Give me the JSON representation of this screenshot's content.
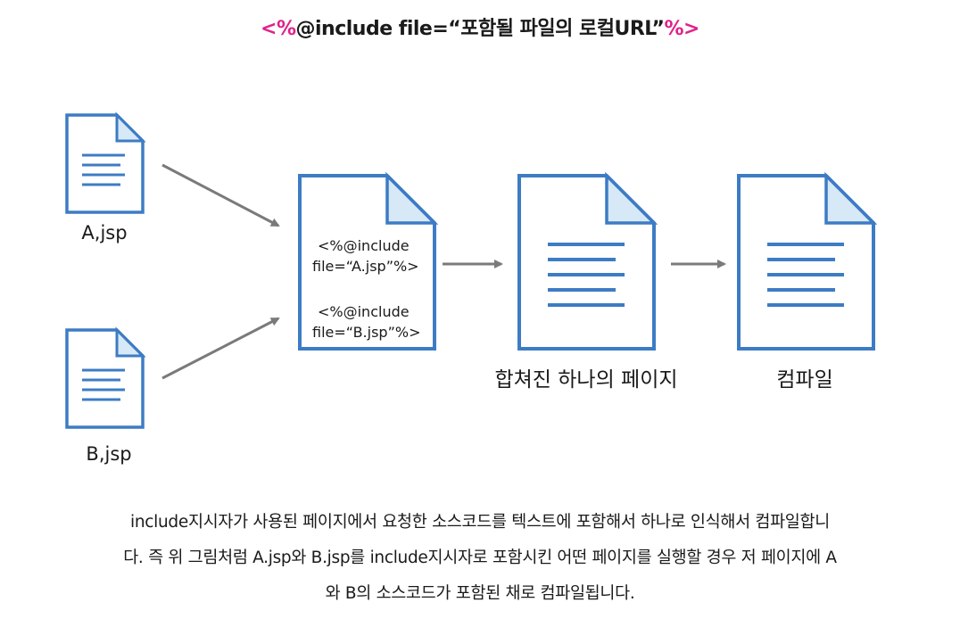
{
  "title": {
    "open": "<%",
    "middle": "@include file=“포함될 파일의 로컬URL”",
    "close": "%>"
  },
  "diagram": {
    "doc_a_label": "A,jsp",
    "doc_b_label": "B,jsp",
    "include_doc_lines": [
      "<%@include",
      "file=“A.jsp”%>",
      "<%@include",
      "file=“B.jsp”%>"
    ],
    "merged_label": "합쳐진 하나의 페이지",
    "compile_label": "컴파일",
    "colors": {
      "doc_stroke": "#3d7cc4",
      "doc_fold": "#d7e8f7",
      "arrow": "#7a7a7a"
    }
  },
  "description": {
    "lines": [
      "include지시자가 사용된 페이지에서 요청한 소스코드를 텍스트에 포함해서 하나로 인식해서 컴파일합니",
      "다. 즉 위 그림처럼 A.jsp와 B.jsp를 include지시자로 포함시킨 어떤 페이지를 실행할 경우 저 페이지에 A",
      "와 B의 소스코드가 포함된 채로 컴파일됩니다."
    ]
  }
}
